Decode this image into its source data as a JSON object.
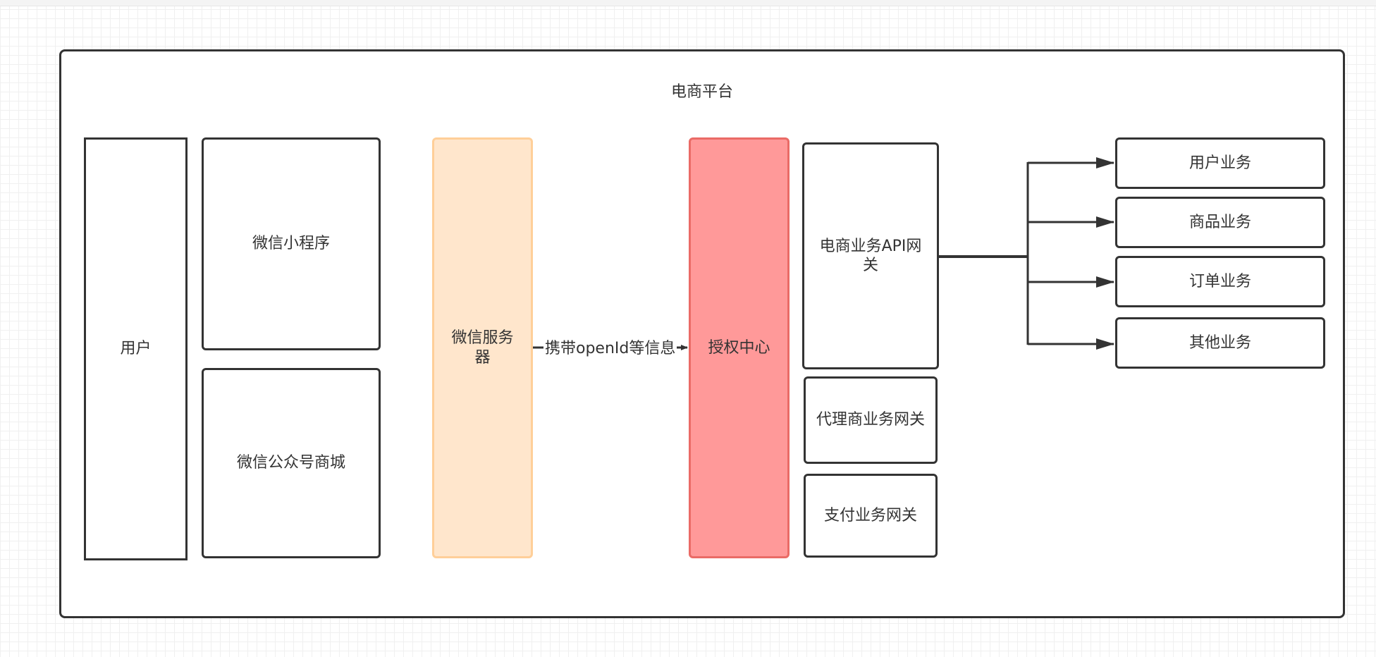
{
  "diagram": {
    "platform": {
      "title": "电商平台"
    },
    "nodes": {
      "user": "用户",
      "mini_program": "微信小程序",
      "official_mall": "微信公众号商城",
      "wechat_server": "微信服务器",
      "auth_center": "授权中心",
      "ec_api_gateway": "电商业务API网关",
      "agent_gateway": "代理商业务网关",
      "payment_gateway": "支付业务网关",
      "user_service": "用户业务",
      "goods_service": "商品业务",
      "order_service": "订单业务",
      "other_service": "其他业务"
    },
    "edges": {
      "server_to_auth": "携带openId等信息"
    },
    "colors": {
      "line": "#333333",
      "wechat_server_fill": "#ffe6cc",
      "wechat_server_border": "#ffcf99",
      "auth_fill": "#ff9999",
      "auth_border": "#ea6b66"
    }
  }
}
